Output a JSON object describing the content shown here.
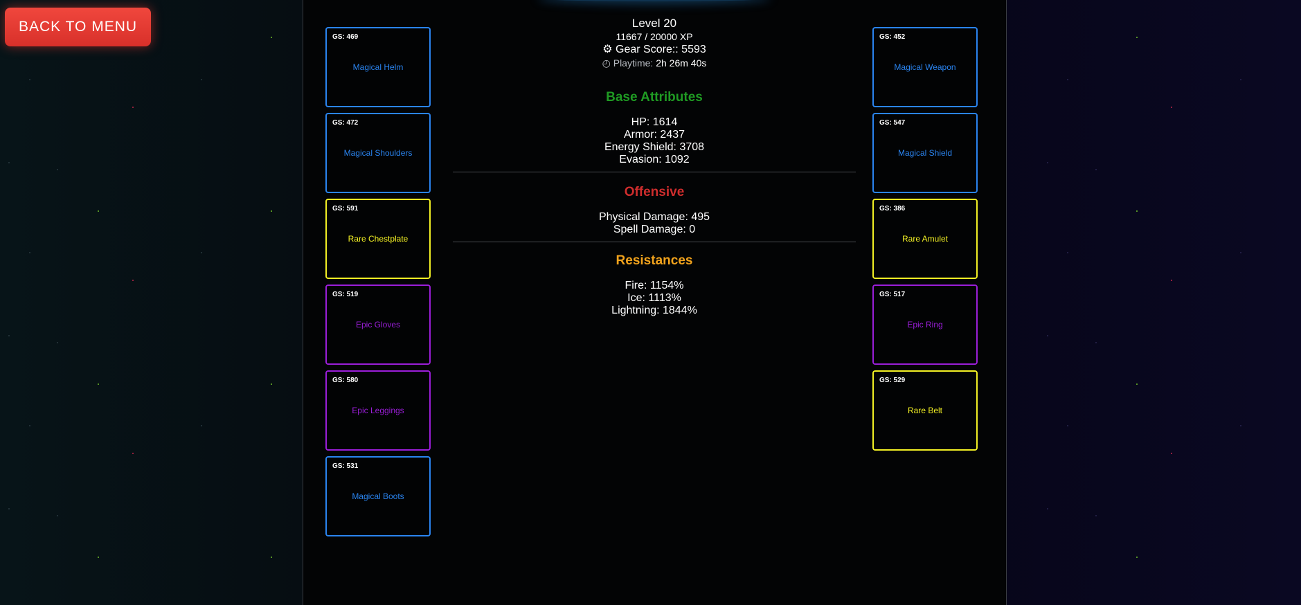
{
  "back_button": {
    "label": "BACK TO MENU"
  },
  "header": {
    "level": "Level 20",
    "xp": "11667 / 20000 XP",
    "gear_score": "⚙ Gear Score:: 5593",
    "playtime_label": "◴ Playtime:",
    "playtime_value": "2h 26m 40s"
  },
  "left_slots": [
    {
      "gs": "GS: 469",
      "name": "Magical Helm",
      "rarity": "magical"
    },
    {
      "gs": "GS: 472",
      "name": "Magical Shoulders",
      "rarity": "magical"
    },
    {
      "gs": "GS: 591",
      "name": "Rare Chestplate",
      "rarity": "rare"
    },
    {
      "gs": "GS: 519",
      "name": "Epic Gloves",
      "rarity": "epic"
    },
    {
      "gs": "GS: 580",
      "name": "Epic Leggings",
      "rarity": "epic"
    },
    {
      "gs": "GS: 531",
      "name": "Magical Boots",
      "rarity": "magical"
    }
  ],
  "right_slots": [
    {
      "gs": "GS: 452",
      "name": "Magical Weapon",
      "rarity": "magical"
    },
    {
      "gs": "GS: 547",
      "name": "Magical Shield",
      "rarity": "magical"
    },
    {
      "gs": "GS: 386",
      "name": "Rare Amulet",
      "rarity": "rare"
    },
    {
      "gs": "GS: 517",
      "name": "Epic Ring",
      "rarity": "epic"
    },
    {
      "gs": "GS: 529",
      "name": "Rare Belt",
      "rarity": "rare"
    }
  ],
  "base_attributes": {
    "title": "Base Attributes",
    "hp": "HP: 1614",
    "armor": "Armor: 2437",
    "energy_shield": "Energy Shield: 3708",
    "evasion": "Evasion: 1092"
  },
  "offensive": {
    "title": "Offensive",
    "physical": "Physical Damage: 495",
    "spell": "Spell Damage: 0"
  },
  "resistances": {
    "title": "Resistances",
    "fire": "Fire: 1154%",
    "ice": "Ice: 1113%",
    "lightning": "Lightning: 1844%"
  },
  "colors": {
    "magical": "#2a84f0",
    "rare": "#f2f024",
    "epic": "#9a1ed8",
    "base_title": "#1f9a23",
    "offensive_title": "#cf2d2d",
    "resistances_title": "#f2a31c",
    "back_button": "#e43a33"
  }
}
